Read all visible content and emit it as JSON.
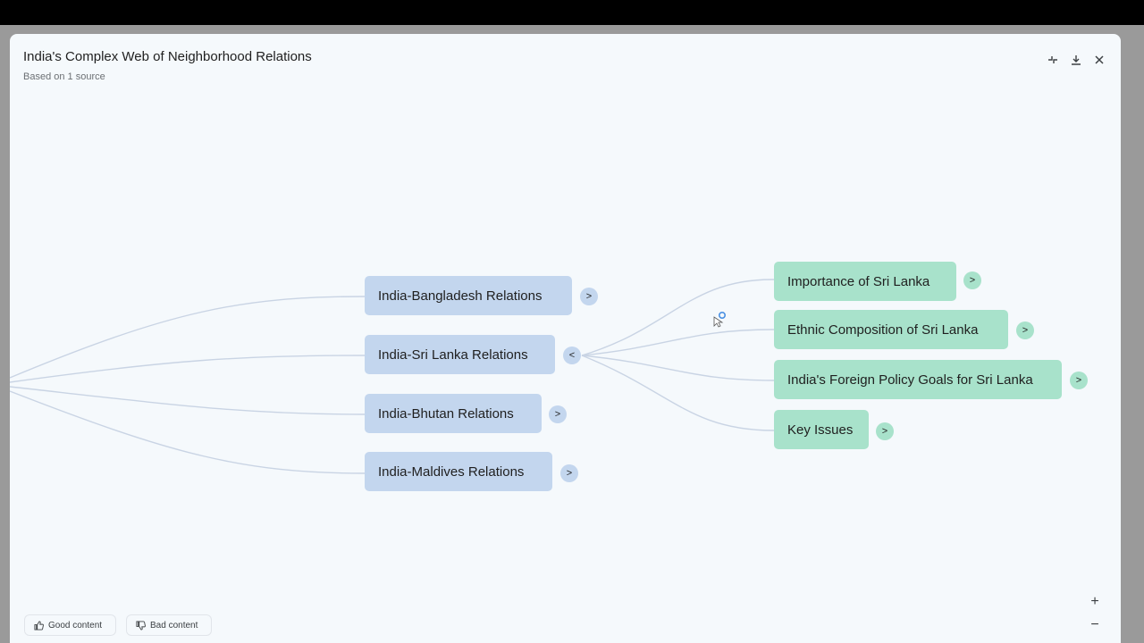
{
  "header": {
    "title": "India's Complex Web of Neighborhood Relations",
    "subtitle": "Based on 1 source"
  },
  "mindmap": {
    "branches": [
      {
        "label": "India-Bangladesh Relations",
        "toggle": ">"
      },
      {
        "label": "India-Sri Lanka Relations",
        "toggle": "<"
      },
      {
        "label": "India-Bhutan Relations",
        "toggle": ">"
      },
      {
        "label": "India-Maldives Relations",
        "toggle": ">"
      }
    ],
    "subtopics": [
      {
        "label": "Importance of Sri Lanka",
        "toggle": ">"
      },
      {
        "label": "Ethnic Composition of Sri Lanka",
        "toggle": ">"
      },
      {
        "label": "India's Foreign Policy Goals for Sri Lanka",
        "toggle": ">"
      },
      {
        "label": "Key Issues",
        "toggle": ">"
      }
    ]
  },
  "footer": {
    "good_label": "Good content",
    "bad_label": "Bad content"
  },
  "zoom": {
    "plus": "+",
    "minus": "−"
  },
  "colors": {
    "branch_node": "#c3d6ee",
    "subtopic_node": "#a8e2cb",
    "link": "#c9d4e4",
    "panel_bg": "#f5f9fc"
  },
  "icons": [
    "collapse-icon",
    "download-icon",
    "close-icon",
    "thumbs-up-icon",
    "thumbs-down-icon"
  ]
}
